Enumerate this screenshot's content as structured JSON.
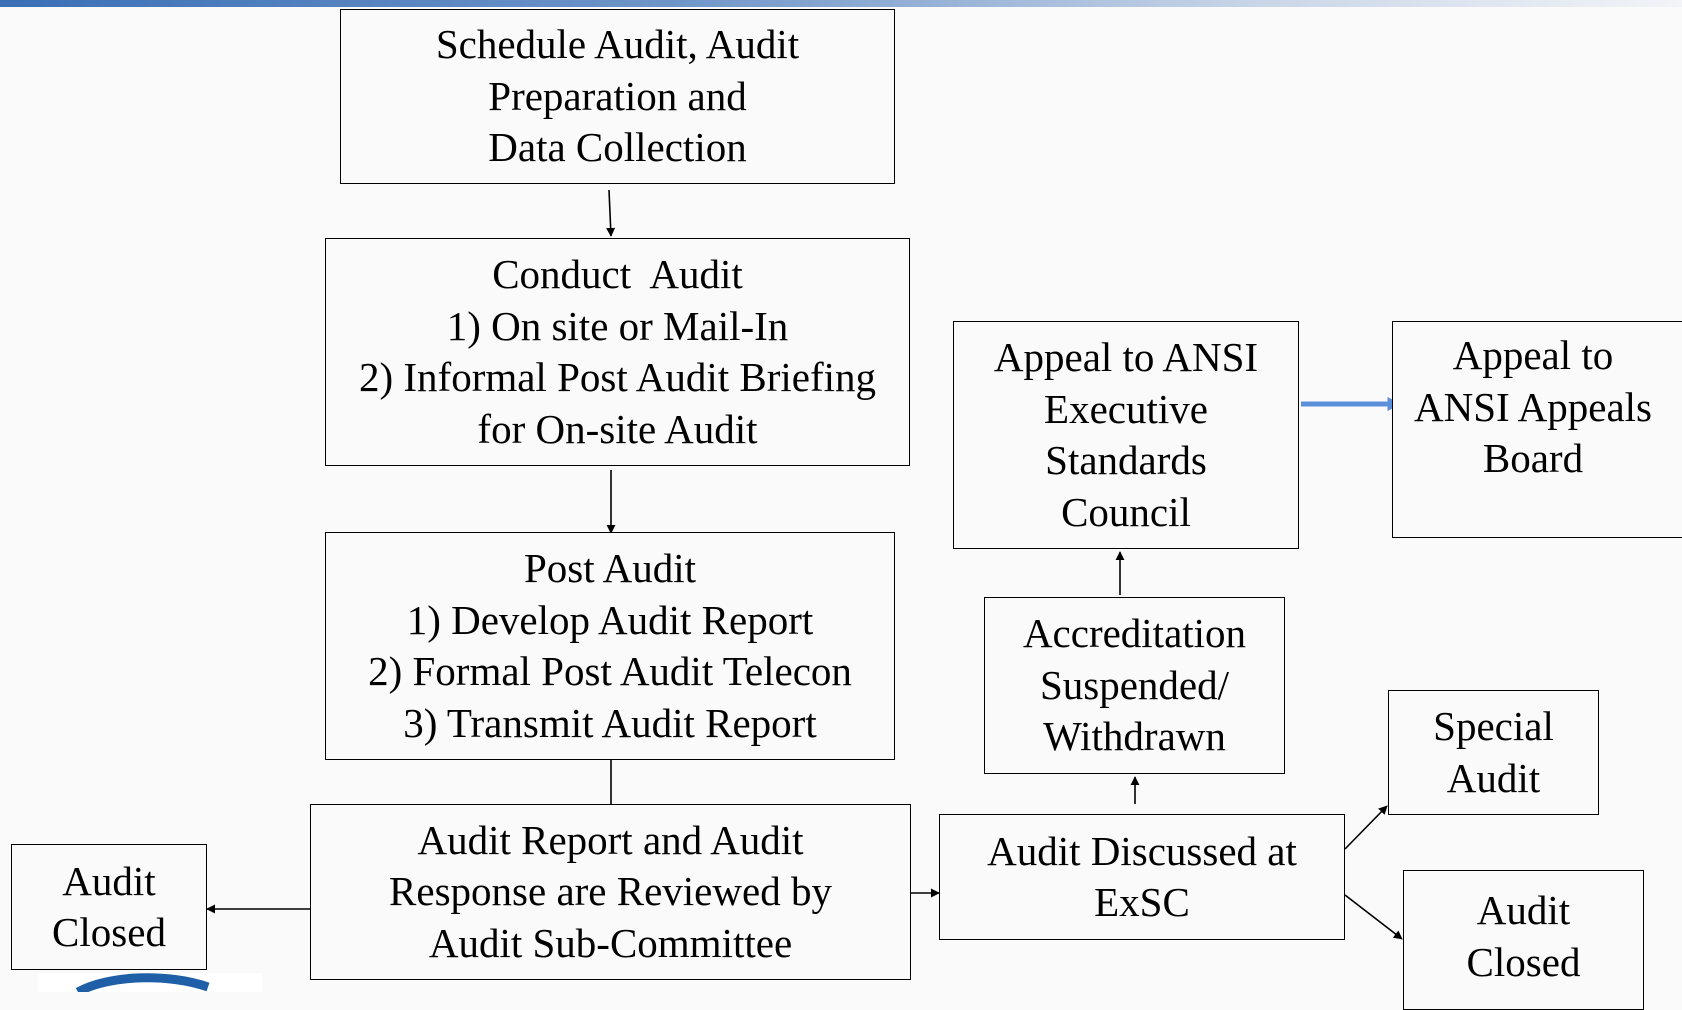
{
  "colors": {
    "background": "#fafafa",
    "top_bar_start": "#3a6fb6",
    "highlight_arrow": "#5b8fd9",
    "logo_blue": "#1f5fa8"
  },
  "icons": [
    "arrow-icon",
    "logo-icon"
  ],
  "nodes": {
    "schedule": {
      "lines": [
        "Schedule Audit, Audit",
        "Preparation and",
        "Data Collection"
      ]
    },
    "conduct": {
      "lines": [
        "Conduct  Audit",
        "1) On site or Mail-In",
        "2) Informal Post Audit Briefing",
        "for On-site Audit"
      ]
    },
    "post_audit": {
      "lines": [
        "Post Audit",
        "1) Develop Audit Report",
        "2) Formal Post Audit Telecon",
        "3) Transmit Audit Report"
      ]
    },
    "review": {
      "lines": [
        "Audit Report and Audit",
        "Response are Reviewed by",
        "Audit Sub-Committee"
      ]
    },
    "closed_left": {
      "lines": [
        "Audit",
        "Closed"
      ]
    },
    "exsc": {
      "lines": [
        "Audit Discussed at",
        "ExSC"
      ]
    },
    "suspended": {
      "lines": [
        "Accreditation",
        "Suspended/",
        "Withdrawn"
      ]
    },
    "appeal_exec": {
      "lines": [
        "Appeal to ANSI",
        "Executive",
        "Standards",
        "Council"
      ]
    },
    "appeal_board": {
      "lines": [
        "Appeal to",
        "ANSI Appeals",
        "Board"
      ]
    },
    "special": {
      "lines": [
        "Special",
        "Audit"
      ]
    },
    "closed_right": {
      "lines": [
        "Audit",
        "Closed"
      ]
    }
  },
  "edges": [
    {
      "from": "schedule",
      "to": "conduct"
    },
    {
      "from": "conduct",
      "to": "post_audit"
    },
    {
      "from": "post_audit",
      "to": "review"
    },
    {
      "from": "review",
      "to": "closed_left"
    },
    {
      "from": "review",
      "to": "exsc"
    },
    {
      "from": "exsc",
      "to": "suspended"
    },
    {
      "from": "suspended",
      "to": "appeal_exec"
    },
    {
      "from": "appeal_exec",
      "to": "appeal_board",
      "style": "highlight"
    },
    {
      "from": "exsc",
      "to": "special"
    },
    {
      "from": "exsc",
      "to": "closed_right"
    }
  ]
}
